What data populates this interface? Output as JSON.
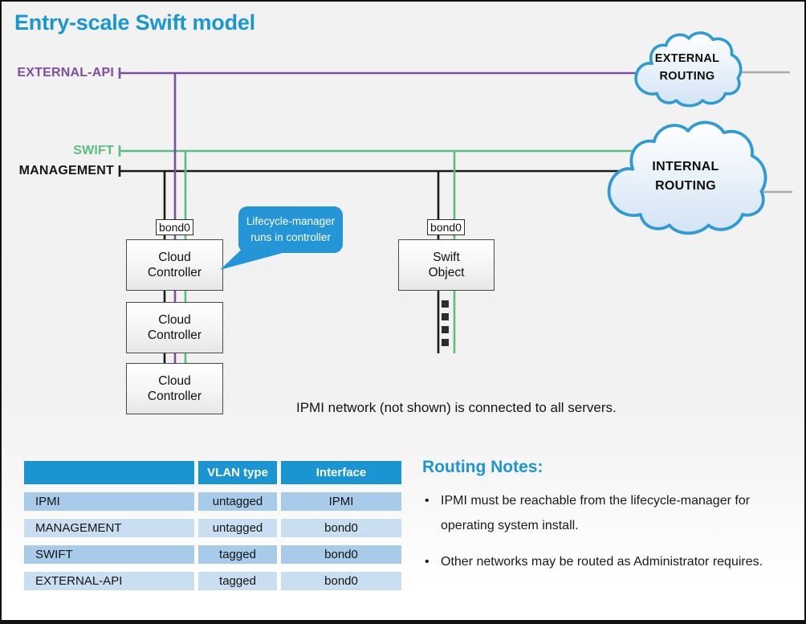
{
  "title": "Entry-scale Swift model",
  "colors": {
    "accent_blue": "#1897d5",
    "external_api_purple": "#7d4ea0",
    "swift_green": "#5cbe7d",
    "management_black": "#1a1a1a",
    "callout_blue": "#2496d8",
    "cloud_stroke_blue": "#2e9bd7",
    "table_header_blue": "#1b95d2",
    "table_row_dark": "#a7cbe9",
    "table_row_light": "#cadef2"
  },
  "diagram": {
    "networks": [
      {
        "label": "EXTERNAL-API",
        "color": "#7d4ea0"
      },
      {
        "label": "SWIFT",
        "color": "#5cbe7d"
      },
      {
        "label": "MANAGEMENT",
        "color": "#1a1a1a"
      }
    ],
    "clouds": {
      "external": {
        "line1": "EXTERNAL",
        "line2": "ROUTING"
      },
      "internal": {
        "line1": "INTERNAL",
        "line2": "ROUTING"
      }
    },
    "controllers": [
      "Cloud Controller",
      "Cloud Controller",
      "Cloud Controller"
    ],
    "swift_object": "Swift Object",
    "bond_labels": [
      "bond0",
      "bond0"
    ],
    "callout": {
      "line1": "Lifecycle-manager",
      "line2": "runs in controller"
    },
    "note": "IPMI network (not shown) is connected to all servers."
  },
  "table": {
    "headers": [
      "",
      "VLAN type",
      "Interface"
    ],
    "rows": [
      {
        "network": "IPMI",
        "vlan_type": "untagged",
        "interface": "IPMI"
      },
      {
        "network": "MANAGEMENT",
        "vlan_type": "untagged",
        "interface": "bond0"
      },
      {
        "network": "SWIFT",
        "vlan_type": "tagged",
        "interface": "bond0"
      },
      {
        "network": "EXTERNAL-API",
        "vlan_type": "tagged",
        "interface": "bond0"
      }
    ]
  },
  "routing_notes": {
    "title": "Routing Notes:",
    "bullets": [
      "IPMI must be reachable from the lifecycle-manager for operating system install.",
      "Other networks may be routed as Administrator requires."
    ]
  }
}
